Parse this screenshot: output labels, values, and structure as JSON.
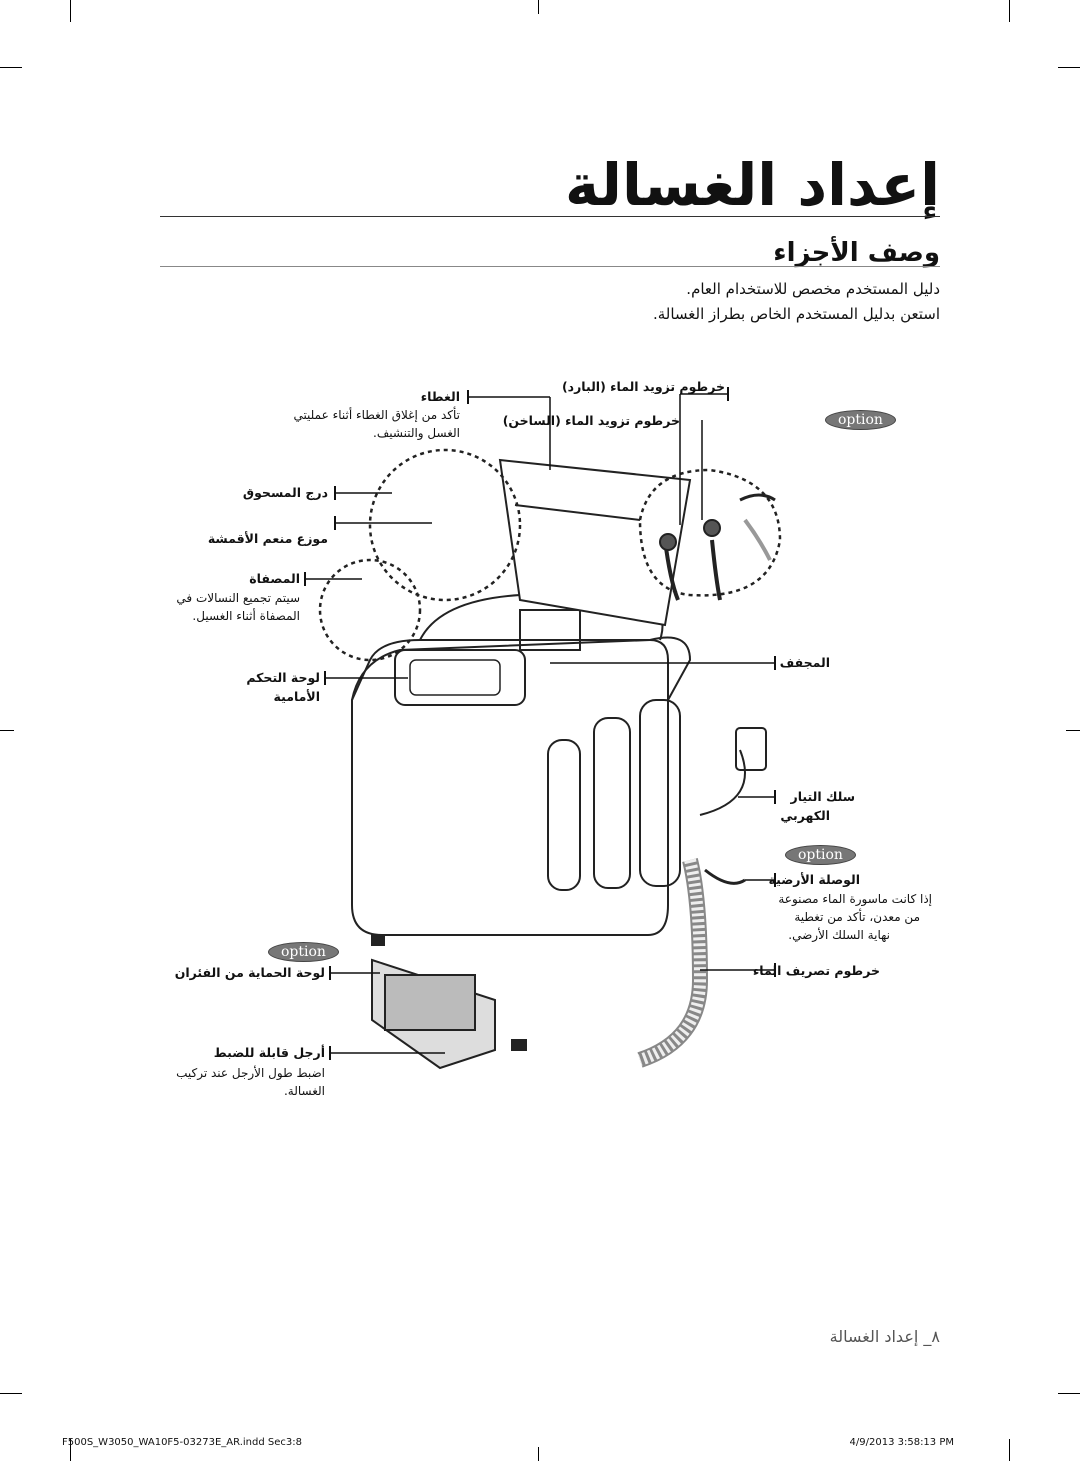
{
  "page": {
    "title": "إعداد الغسالة",
    "section": "وصف الأجزاء",
    "intro_line1": "دليل المستخدم مخصص للاستخدام العام.",
    "intro_line2": "استعن بدليل المستخدم الخاص بطراز الغسالة."
  },
  "labels": {
    "lid": "الغطاء",
    "lid_desc1": "تأكد من إغلاق الغطاء أثناء عمليتي",
    "lid_desc2": "الغسل والتنشيف.",
    "detergent_drawer": "درج المسحوق",
    "softener_dispenser": "موزع منعم الأقمشة",
    "filter": "المصفاة",
    "filter_desc1": "سيتم تجميع النسالات في",
    "filter_desc2": "المصفاة أثناء الغسيل.",
    "control_panel1": "لوحة التحكم",
    "control_panel2": "الأمامية",
    "bottom_cover": "لوحة الحماية من الفئران",
    "leveling_foot": "أرجل قابلة للضبط",
    "leveling_desc1": "اضبط طول الأرجل عند تركيب",
    "leveling_desc2": "الغسالة.",
    "cold_hose": "خرطوم تزويد الماء (البارد)",
    "hot_hose": "خرطوم تزويد الماء (الساخن)",
    "tub": "المجفف",
    "power_cord1": "سلك التيار",
    "power_cord2": "الكهربي",
    "ground1": "الوصلة الأرضية",
    "ground2": "إذا كانت ماسورة الماء مصنوعة",
    "ground3": "من معدن، تأكد من تغطية",
    "ground4": "نهاية السلك الأرضي.",
    "drain_hose": "خرطوم تصريف الماء",
    "option": "option"
  },
  "footer": {
    "page_label": "٨_ إعداد الغسالة",
    "file": "F500S_W3050_WA10F5-03273E_AR.indd   Sec3:8",
    "date": "4/9/2013   3:58:13 PM"
  }
}
